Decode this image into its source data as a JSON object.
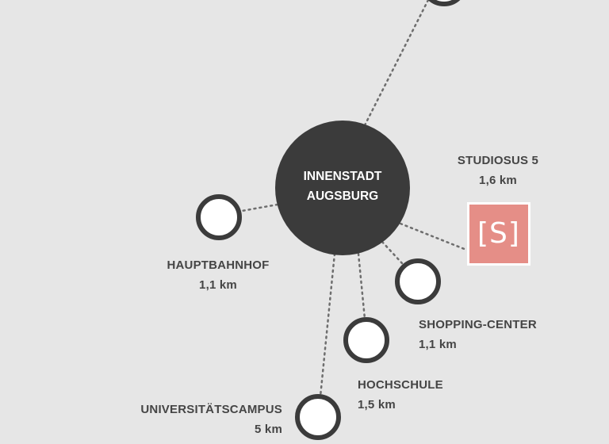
{
  "hub": {
    "line1": "INNENSTADT",
    "line2": "AUGSBURG"
  },
  "destinations": [
    {
      "id": "hauptbahnhof",
      "name": "HAUPTBAHNHOF",
      "distance": "1,1 km"
    },
    {
      "id": "studiosus",
      "name": "STUDIOSUS 5",
      "distance": "1,6 km",
      "logo_text": "[S]"
    },
    {
      "id": "shopping",
      "name": "SHOPPING-CENTER",
      "distance": "1,1 km"
    },
    {
      "id": "hochschule",
      "name": "HOCHSCHULE",
      "distance": "1,5 km"
    },
    {
      "id": "campus",
      "name": "UNIVERSITÄTSCAMPUS",
      "distance": "5 km"
    }
  ],
  "colors": {
    "background": "#e6e6e6",
    "hub_fill": "#3b3b3b",
    "node_stroke": "#3b3b3b",
    "node_fill": "#ffffff",
    "connector": "#6e6e6e",
    "label_text": "#454545",
    "logo_fill": "#e58e87"
  }
}
